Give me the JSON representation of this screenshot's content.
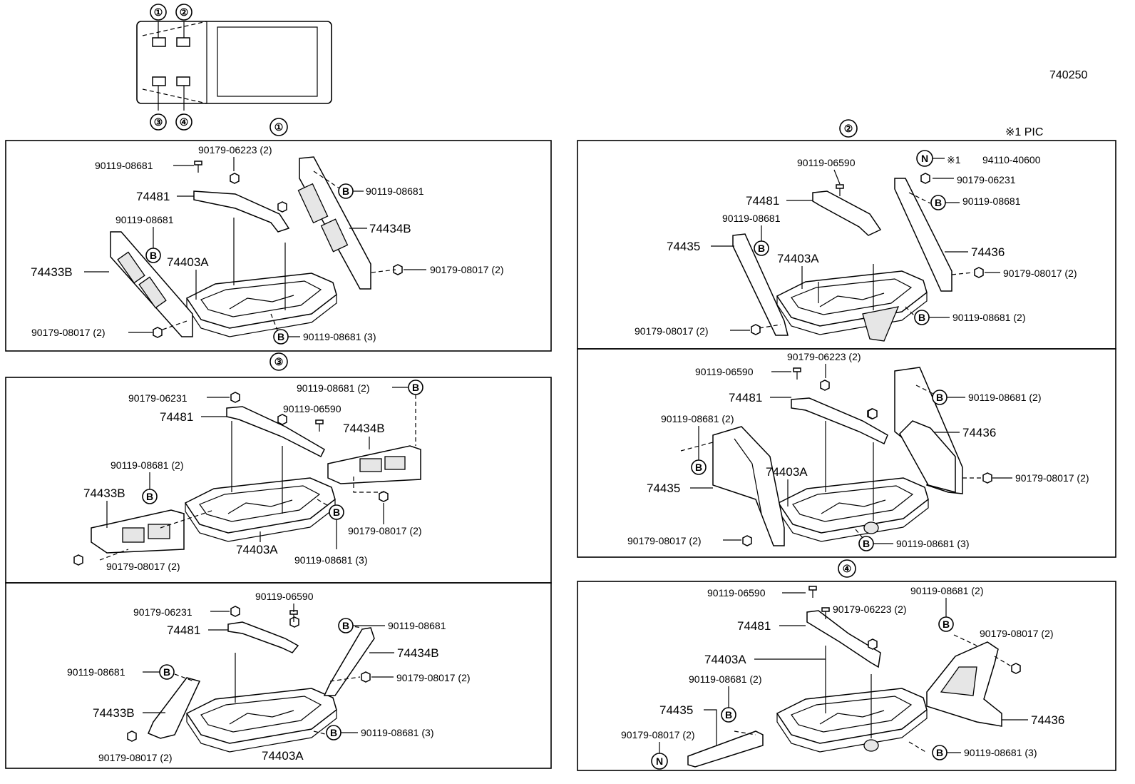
{
  "diagram_code": "740250",
  "note": "※1 PIC",
  "views": {
    "v1": "①",
    "v2": "②",
    "v3": "③",
    "v4": "④"
  },
  "circle_letters": {
    "B": "B",
    "N": "N"
  },
  "p1": {
    "a": "90179-06223 (2)",
    "b": "90119-08681",
    "c": "90119-08681",
    "d": "74481",
    "e": "90119-08681",
    "f": "74434B",
    "g": "74433B",
    "h": "74403A",
    "i": "90179-08017 (2)",
    "j": "90179-08017 (2)",
    "k": "90119-08681 (3)"
  },
  "p2": {
    "a": "90119-06590",
    "b": "※1",
    "c": "94110-40600",
    "d": "90179-06231",
    "e": "74481",
    "f": "90119-08681",
    "g": "90119-08681",
    "h": "74435",
    "i": "74403A",
    "j": "74436",
    "k": "90179-08017 (2)",
    "l": "90179-08017 (2)",
    "m": "90119-08681 (2)"
  },
  "p3": {
    "a": "90179-06231",
    "b": "90119-08681 (2)",
    "c": "74481",
    "d": "90119-06590",
    "e": "74434B",
    "f": "90119-08681 (2)",
    "g": "74433B",
    "h": "90179-08017 (2)",
    "i": "74403A",
    "j": "90119-08681 (3)",
    "k": "90179-08017 (2)"
  },
  "p4": {
    "a": "90179-06223 (2)",
    "b": "90119-06590",
    "c": "74481",
    "d": "90119-08681 (2)",
    "e": "90119-08681 (2)",
    "f": "74436",
    "g": "74435",
    "h": "74403A",
    "i": "90179-08017 (2)",
    "j": "90179-08017 (2)",
    "k": "90119-08681 (3)"
  },
  "p5": {
    "a": "90119-06590",
    "b": "90179-06231",
    "c": "74481",
    "d": "90119-08681",
    "e": "74434B",
    "f": "90119-08681",
    "g": "90179-08017 (2)",
    "h": "74433B",
    "i": "90119-08681 (3)",
    "j": "90179-08017 (2)",
    "k": "74403A"
  },
  "p6": {
    "a": "90119-06590",
    "b": "90119-08681 (2)",
    "c": "90179-06223 (2)",
    "d": "74481",
    "e": "90179-08017 (2)",
    "f": "74403A",
    "g": "90119-08681 (2)",
    "h": "74435",
    "i": "90179-08017 (2)",
    "j": "74436",
    "k": "90119-08681 (3)"
  }
}
